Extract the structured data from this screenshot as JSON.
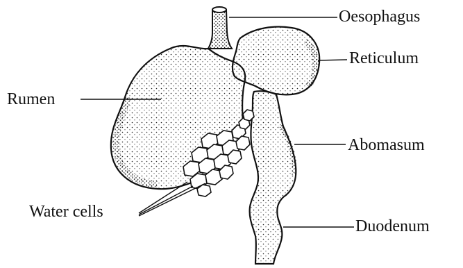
{
  "diagram": {
    "labels": {
      "oesophagus": "Oesophagus",
      "reticulum": "Reticulum",
      "rumen": "Rumen",
      "abomasum": "Abomasum",
      "water_cells": "Water cells",
      "duodenum": "Duodenum"
    },
    "colors": {
      "outline": "#111111",
      "fill": "#ffffff",
      "stipple": "#222222"
    }
  }
}
